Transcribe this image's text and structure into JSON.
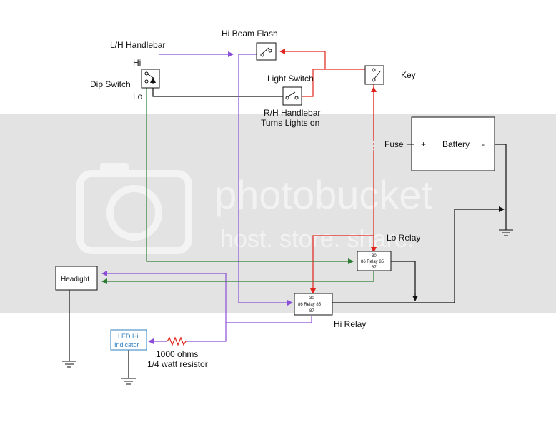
{
  "watermark": {
    "brand": "photobucket",
    "tagline": "host. store. share."
  },
  "labels": {
    "lh_handlebar": "L/H Handlebar",
    "hi": "Hi",
    "lo": "Lo",
    "dip_switch": "Dip Switch",
    "hi_beam_flash": "Hi Beam Flash",
    "light_switch": "Light Switch",
    "rh_handlebar_1": "R/H Handlebar",
    "rh_handlebar_2": "Turns Lights on",
    "key": "Key",
    "fuse": "Fuse",
    "battery_plus": "+",
    "battery": "Battery",
    "battery_minus": "-",
    "lo_relay": "Lo Relay",
    "hi_relay": "Hi Relay",
    "relay_30": "30",
    "relay_mid": "86 Relay 85",
    "relay_87": "87",
    "headlight": "Headight",
    "led_line1": "LED Hi",
    "led_line2": "Indicator",
    "resistor_1": "1000 ohms",
    "resistor_2": "1/4 watt resistor"
  },
  "colors": {
    "wire_black": "#111111",
    "wire_red": "#e0241b",
    "wire_purple": "#8a4fd6",
    "wire_green": "#2e7d32",
    "led_blue": "#2f7fc1",
    "watermark_band": "#e3e3e3"
  }
}
